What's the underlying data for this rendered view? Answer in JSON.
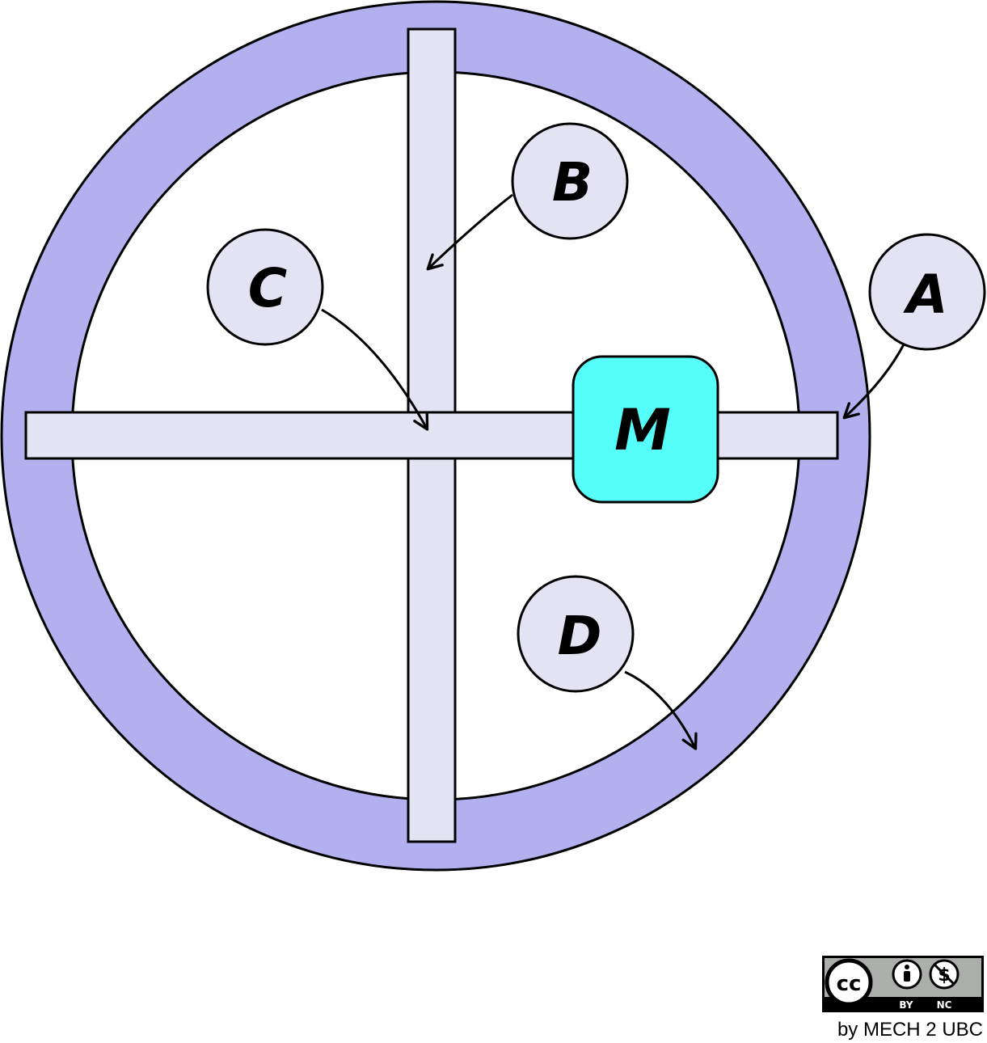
{
  "diagram": {
    "labels": {
      "a": "A",
      "b": "B",
      "c": "C",
      "d": "D",
      "m": "M"
    },
    "colors": {
      "ring": "#b3b0ef",
      "spoke": "#e4e3f3",
      "bubble": "#e4e3f3",
      "motor": "#55fef8",
      "outline": "#000000"
    }
  },
  "license": {
    "cc": "cc",
    "by": "BY",
    "nc": "NC",
    "credit": "by MECH 2 UBC"
  }
}
